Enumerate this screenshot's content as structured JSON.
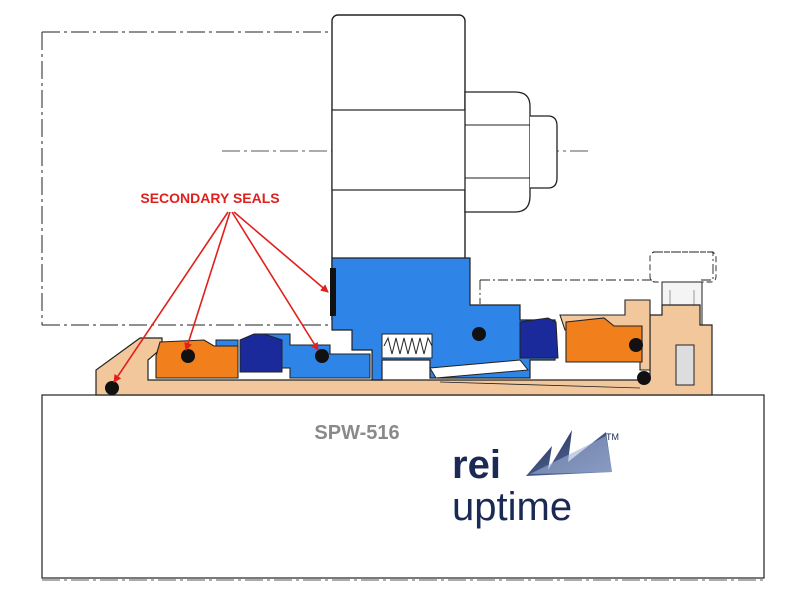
{
  "diagram": {
    "callout_label": "SECONDARY SEALS",
    "model_label": "SPW-516"
  },
  "logo": {
    "line1": "rei",
    "line2": "uptime",
    "trademark": "TM"
  },
  "colors": {
    "callout_red": "#e0201c",
    "gland_tan": "#f3c79c",
    "seat_orange": "#f07f1c",
    "rotary_blue": "#2f84e8",
    "insert_navy": "#1a2a9a",
    "oring_black": "#111111",
    "model_gray": "#8a8a8a",
    "logo_navy": "#1b2a55"
  }
}
